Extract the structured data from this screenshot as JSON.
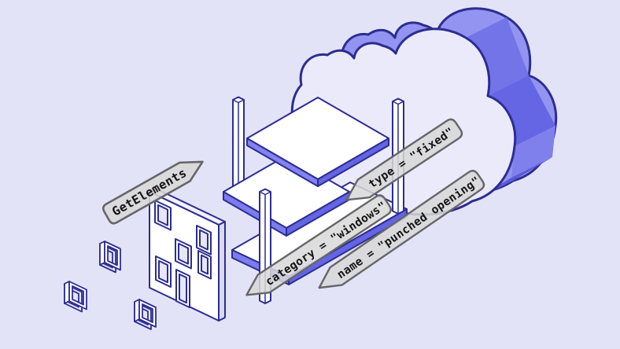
{
  "scene": {
    "description": "Isometric illustration of a cloud behind a building structure (slabs, columns, facade with windows) with code-style query banners",
    "colors": {
      "background": "#E3E3F8",
      "outline": "#2D2D91",
      "slab_side": "#7B7CEE",
      "slab_side_dark": "#6365E2",
      "cloud_front": "#EAEAFB",
      "cloud_back": "#9394F1",
      "cloud_band_mid": "#7374E8",
      "cloud_band_dark": "#5A5BD8",
      "banner_fill": "#D8D8D8",
      "banner_stroke": "#66666A",
      "white": "#FFFFFF"
    },
    "banners": {
      "function": {
        "text": "GetElements"
      },
      "type": {
        "text": "type = \"fixed\""
      },
      "category": {
        "text": "category = \"windows\""
      },
      "name": {
        "text": "name = \"punched opening\""
      }
    },
    "objects": [
      "cloud",
      "building-slabs",
      "columns",
      "facade-with-windows",
      "floating-window-frames"
    ]
  }
}
